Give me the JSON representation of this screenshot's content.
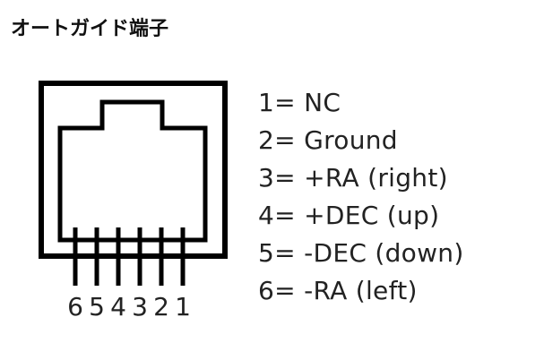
{
  "title": "オートガイド端子",
  "pin_numbers": [
    "6",
    "5",
    "4",
    "3",
    "2",
    "1"
  ],
  "pin_assignments": [
    "1= NC",
    "2= Ground",
    "3= +RA (right)",
    "4= +DEC (up)",
    "5= -DEC (down)",
    "6= -RA (left)"
  ],
  "colors": {
    "line": "#000000",
    "text": "#222222",
    "background": "#ffffff"
  },
  "icons": {
    "connector": "rj12-connector-outline"
  }
}
